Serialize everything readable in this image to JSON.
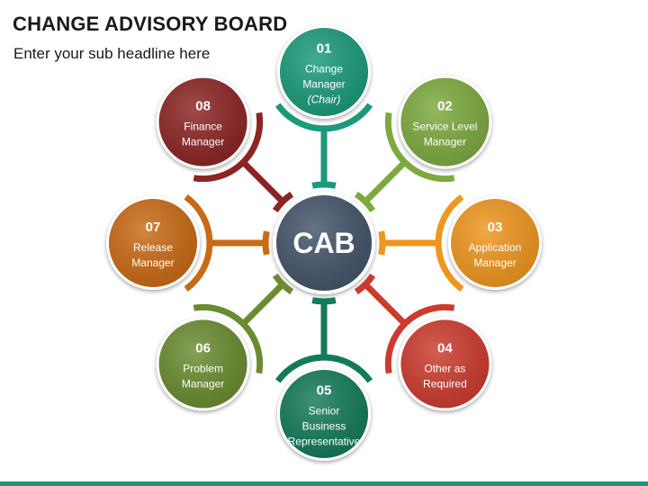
{
  "header": {
    "title": "CHANGE ADVISORY BOARD",
    "subtitle": "Enter your sub headline here"
  },
  "center": {
    "label": "CAB",
    "color": "#44546a"
  },
  "nodes": [
    {
      "num": "01",
      "lines": [
        "Change",
        "Manager"
      ],
      "italic": "(Chair)",
      "color": "#1a9a7b"
    },
    {
      "num": "02",
      "lines": [
        "Service Level",
        "Manager"
      ],
      "color": "#7daa3e"
    },
    {
      "num": "03",
      "lines": [
        "Application",
        "Manager"
      ],
      "color": "#f0961e"
    },
    {
      "num": "04",
      "lines": [
        "Other as",
        "Required"
      ],
      "color": "#cc3b2e"
    },
    {
      "num": "05",
      "lines": [
        "Senior",
        "Business",
        "Representative"
      ],
      "color": "#137a5a"
    },
    {
      "num": "06",
      "lines": [
        "Problem",
        "Manager"
      ],
      "color": "#6a8c30"
    },
    {
      "num": "07",
      "lines": [
        "Release",
        "Manager"
      ],
      "color": "#c96a14"
    },
    {
      "num": "08",
      "lines": [
        "Finance",
        "Manager"
      ],
      "color": "#8c2424"
    }
  ]
}
